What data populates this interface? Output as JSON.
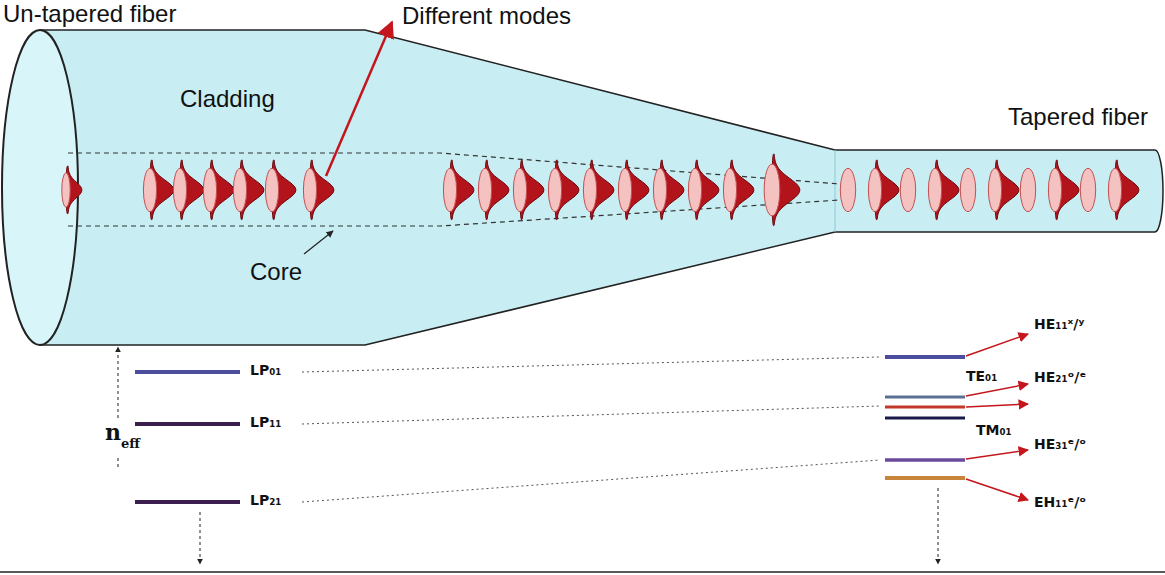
{
  "diagram": {
    "labels": [
      "Un-tapered fiber",
      "Different modes",
      "Cladding",
      "Tapered fiber",
      "Core",
      "LP₀₁",
      "HE₁₁ˣ/ʸ",
      "TE₀₁",
      "LP₁₁",
      "HE₂₁ᵒ/ᵉ",
      "TM₀₁",
      "n",
      "eff",
      "LP₂₁",
      "HE₃₁ᵉ/ᵒ",
      "EH₁₁ᵉ/ᵒ"
    ]
  }
}
